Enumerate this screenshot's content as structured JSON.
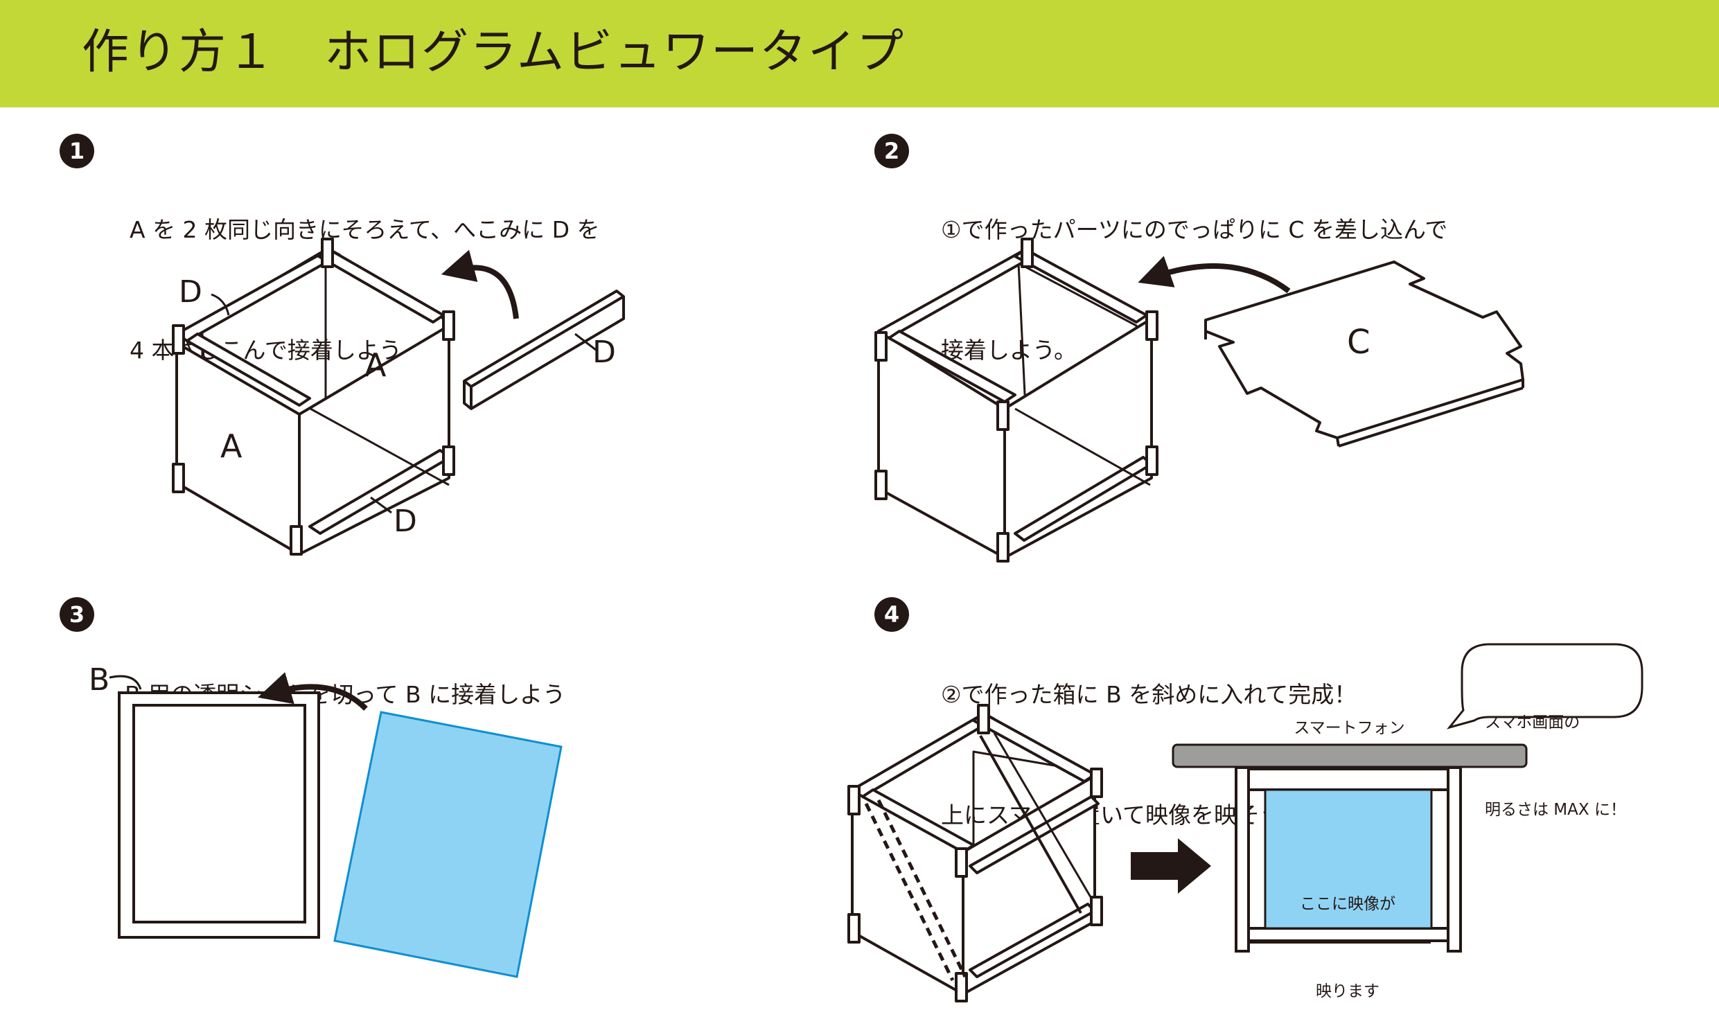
{
  "header": {
    "title": "作り方１　ホログラムビュワータイプ",
    "bg_color": "#c2d837"
  },
  "steps": [
    {
      "num": "1",
      "line1": "A を 2 枚同じ向きにそろえて、へこみに D を",
      "line2": "4 本さしこんで接着しよう。"
    },
    {
      "num": "2",
      "line1": "①で作ったパーツにのでっぱりに C を差し込んで",
      "line2": "接着しよう。"
    },
    {
      "num": "3",
      "line1": "B 用の透明シートを切って B に接着しよう",
      "line2": ""
    },
    {
      "num": "4",
      "line1": "②で作った箱に B を斜めに入れて完成！",
      "line2": "上にスマホを置いて映像を映そう！"
    }
  ],
  "fig1": {
    "label_d1": "D",
    "label_d2": "D",
    "label_d3": "D",
    "label_a1": "A",
    "label_a2": "A"
  },
  "fig2": {
    "label_c": "C"
  },
  "fig3": {
    "label_b": "B",
    "sheet_color": "#8fd3f4"
  },
  "fig4": {
    "bubble_line1": "スマホ画面の",
    "bubble_line2": "明るさは MAX に！",
    "phone_label": "スマートフォン",
    "screen_line1": "ここに映像が",
    "screen_line2": "映ります",
    "screen_color": "#8fd3f4",
    "phone_color": "#9d9d9c"
  }
}
